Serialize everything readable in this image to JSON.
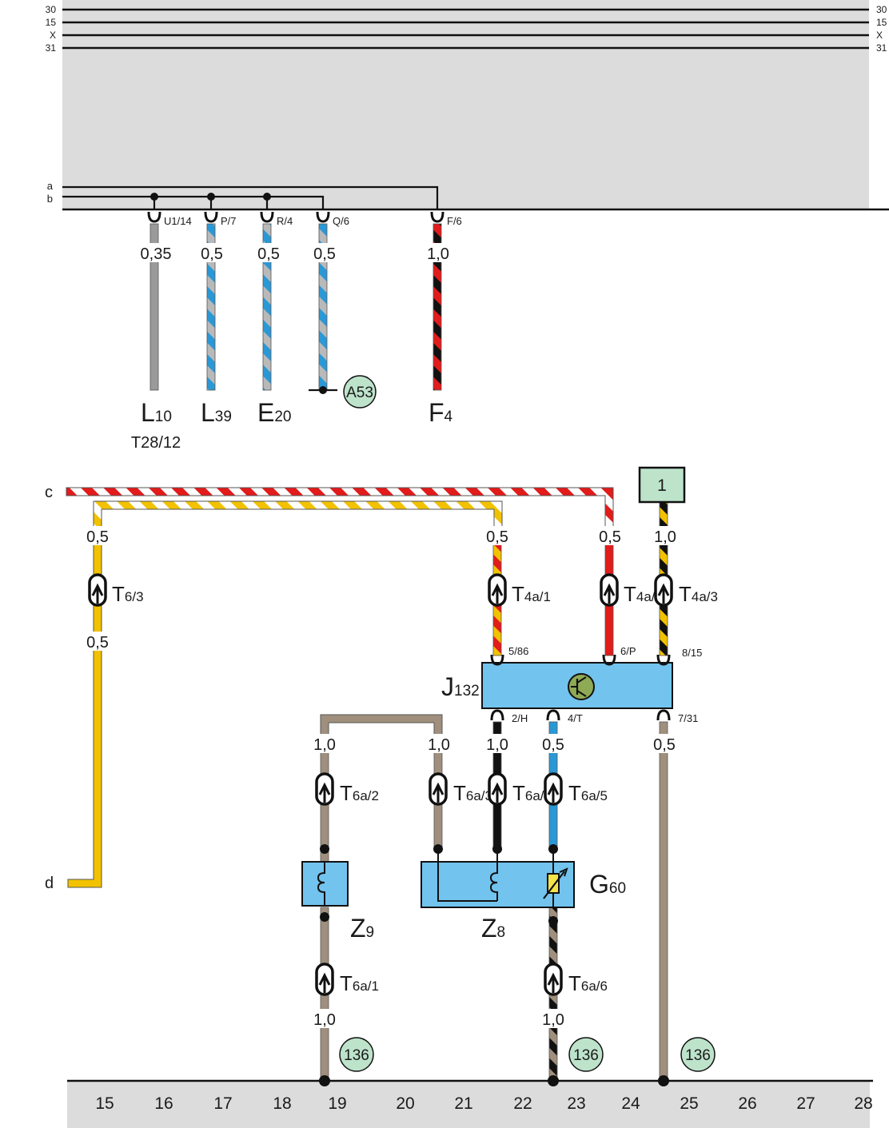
{
  "rails": [
    "30",
    "15",
    "X",
    "31"
  ],
  "bus_letters": {
    "a": "a",
    "b": "b",
    "c": "c",
    "d": "d"
  },
  "top_connectors": [
    {
      "pin": "U1/14",
      "gauge": "0,35",
      "component": "L",
      "sub": "10",
      "extra": "T28/12"
    },
    {
      "pin": "P/7",
      "gauge": "0,5",
      "component": "L",
      "sub": "39"
    },
    {
      "pin": "R/4",
      "gauge": "0,5",
      "component": "E",
      "sub": "20"
    },
    {
      "pin": "Q/6",
      "gauge": "0,5",
      "badge": "A53"
    },
    {
      "pin": "F/6",
      "gauge": "1,0",
      "component": "F",
      "sub": "4"
    }
  ],
  "lower": {
    "gauges": {
      "g_t63_top": "0,5",
      "g_t63_bot": "0,5",
      "g_t4a1": "0,5",
      "g_t4a2": "0,5",
      "g_t4a3": "1,0",
      "g_t6a2": "1,0",
      "g_t6a3": "1,0",
      "g_t6a4": "1,0",
      "g_t6a5": "0,5",
      "g_j7": "0,5",
      "g_t6a1": "1,0",
      "g_t6a6": "1,0"
    },
    "connectors": {
      "t63": {
        "main": "T",
        "sub": "6/3"
      },
      "t4a1": {
        "main": "T",
        "sub": "4a/1"
      },
      "t4a2": {
        "main": "T",
        "sub": "4a/2"
      },
      "t4a3": {
        "main": "T",
        "sub": "4a/3"
      },
      "t6a2": {
        "main": "T",
        "sub": "6a/2"
      },
      "t6a3": {
        "main": "T",
        "sub": "6a/3"
      },
      "t6a4": {
        "main": "T",
        "sub": "6a/4"
      },
      "t6a5": {
        "main": "T",
        "sub": "6a/5"
      },
      "t6a1": {
        "main": "T",
        "sub": "6a/1"
      },
      "t6a6": {
        "main": "T",
        "sub": "6a/6"
      }
    },
    "j132": {
      "main": "J",
      "sub": "132",
      "pins": {
        "p586": "5/86",
        "p6p": "6/P",
        "p815": "8/15",
        "p2h": "2/H",
        "p4t": "4/T",
        "p731": "7/31"
      }
    },
    "g60": {
      "main": "G",
      "sub": "60"
    },
    "z9": {
      "main": "Z",
      "sub": "9"
    },
    "z8": {
      "main": "Z",
      "sub": "8"
    },
    "box1": "1",
    "ground_badges": [
      "136",
      "136",
      "136"
    ]
  },
  "columns": [
    "15",
    "16",
    "17",
    "18",
    "19",
    "20",
    "21",
    "22",
    "23",
    "24",
    "25",
    "26",
    "27",
    "28"
  ],
  "colors": {
    "panel": "#dcdcdc",
    "blue_box": "#72c3ee",
    "badge": "#bde3cb",
    "yellow": "#f2c200",
    "red": "#e21b1b",
    "brown": "#a08f7d",
    "grey": "#9a9a9a",
    "blue": "#2b98d6",
    "black": "#111111"
  }
}
